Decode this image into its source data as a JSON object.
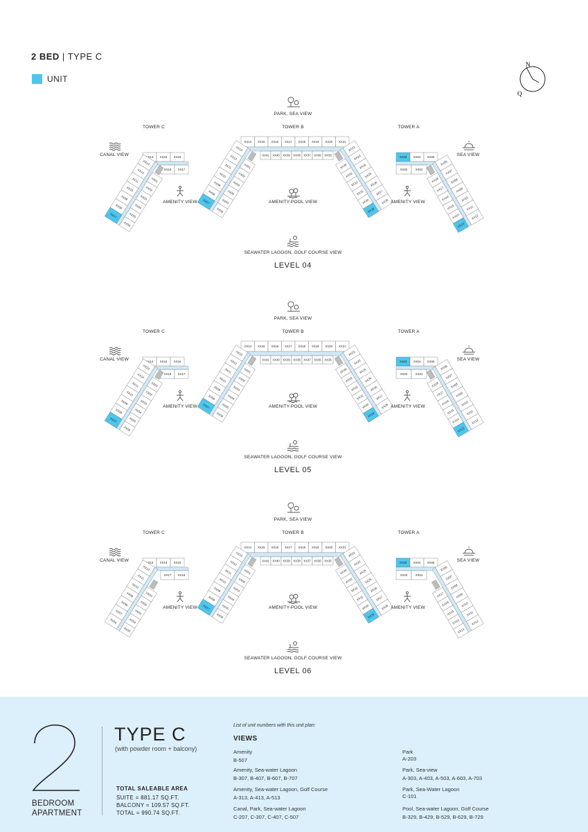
{
  "header": {
    "bed": "2 BED",
    "separator": "|",
    "type": "TYPE C"
  },
  "legend": {
    "label": "UNIT",
    "color": "#4cc6ee"
  },
  "compass": {
    "north": "N",
    "other": "Q"
  },
  "colors": {
    "unit": "#4cc6ee",
    "corridor": "#cfe9f7",
    "core": "#bdbdbd",
    "panel": "#dcf0fb"
  },
  "view_labels": {
    "tower_c": "TOWER C",
    "tower_b": "TOWER B",
    "tower_a": "TOWER A",
    "canal": "CANAL VIEW",
    "park_sea": "PARK, SEA VIEW",
    "sea": "SEA VIEW",
    "amenity_left": "AMENITY VIEW",
    "amenity_pool": "AMENITY-POOL VIEW",
    "amenity_right": "AMENITY VIEW",
    "lagoon": "SEAWATER LAGOON, GOLF COURSE VIEW"
  },
  "levels": [
    {
      "name": "LEVEL 04",
      "tower_c": {
        "top": [
          "XX14",
          "XX15",
          "XX16"
        ],
        "second": [
          "XX18",
          "XX17"
        ],
        "outer": [
          "XX13",
          "XX12",
          "XX11",
          "XX10",
          "XX09",
          "XX08",
          "XX07"
        ],
        "inner": [
          "XX01",
          "XX02",
          "XX03",
          "XX04",
          "XX05",
          "XX06"
        ],
        "highlight": [
          "XX07"
        ]
      },
      "tower_b": {
        "top": [
          "XX14",
          "XX15",
          "XX16",
          "XX17",
          "XX18",
          "XX19",
          "XX20",
          "XX21"
        ],
        "inner_row": [
          "XX41",
          "XX40",
          "XX39",
          "XX38",
          "XX37",
          "XX36",
          "XX35"
        ],
        "left_outer": [
          "XX13",
          "XX12",
          "XX11",
          "XX10",
          "XX09",
          "XX08",
          "XX07"
        ],
        "left_inner": [
          "XX01",
          "XX02",
          "XX03",
          "XX04",
          "XX05",
          "XX06"
        ],
        "right_outer": [
          "XX22",
          "XX23",
          "XX24",
          "XX25",
          "XX26",
          "XX27",
          "XX28"
        ],
        "right_inner": [
          "XX34",
          "XX33",
          "XX32",
          "XX31",
          "XX30",
          "XX29"
        ],
        "highlight": [
          "XX07",
          "XX29"
        ]
      },
      "tower_a": {
        "top": [
          "XX03",
          "XX04",
          "XX05"
        ],
        "second": [
          "XX02",
          "XX01"
        ],
        "outer": [
          "XX06",
          "XX07",
          "XX08",
          "XX09",
          "XX10",
          "XX11",
          "XX12"
        ],
        "inner": [
          "XX18",
          "XX17",
          "XX16",
          "XX15",
          "XX14",
          "XX13"
        ],
        "highlight": [
          "XX03",
          "XX13"
        ]
      }
    },
    {
      "name": "LEVEL 05",
      "tower_c": {
        "top": [
          "XX14",
          "XX15",
          "XX16"
        ],
        "second": [
          "XX18",
          "XX17"
        ],
        "outer": [
          "XX13",
          "XX12",
          "XX11",
          "XX10",
          "XX09",
          "XX08",
          "XX07"
        ],
        "inner": [
          "XX01",
          "XX02",
          "XX03",
          "XX04",
          "XX05",
          "XX06"
        ],
        "highlight": [
          "XX07"
        ]
      },
      "tower_b": {
        "top": [
          "XX14",
          "XX15",
          "XX16",
          "XX17",
          "XX18",
          "XX19",
          "XX20",
          "XX21"
        ],
        "inner_row": [
          "XX41",
          "XX40",
          "XX39",
          "XX38",
          "XX37",
          "XX36",
          "XX35"
        ],
        "left_outer": [
          "XX13",
          "XX12",
          "XX11",
          "XX10",
          "XX09",
          "XX08",
          "XX07"
        ],
        "left_inner": [
          "XX01",
          "XX02",
          "XX03",
          "XX04",
          "XX05",
          "XX06"
        ],
        "right_outer": [
          "XX22",
          "XX23",
          "XX24",
          "XX25",
          "XX26",
          "XX27",
          "XX28"
        ],
        "right_inner": [
          "XX34",
          "XX33",
          "XX32",
          "XX31",
          "XX30",
          "XX29"
        ],
        "highlight": [
          "XX07",
          "XX29"
        ]
      },
      "tower_a": {
        "top": [
          "XX03",
          "XX04",
          "XX05"
        ],
        "second": [
          "XX02",
          "XX01"
        ],
        "outer": [
          "XX06",
          "XX07",
          "XX08",
          "XX09",
          "XX10",
          "XX11",
          "XX12"
        ],
        "inner": [
          "XX18",
          "XX17",
          "XX16",
          "XX15",
          "XX14",
          "XX13"
        ],
        "highlight": [
          "XX03",
          "XX13"
        ]
      }
    },
    {
      "name": "LEVEL 06",
      "tower_c": {
        "top": [
          "XX13",
          "XX14",
          "XX15"
        ],
        "second": [
          "XX17",
          "XX16"
        ],
        "outer": [
          "XX12",
          "XX11",
          "XX10",
          "XX09",
          "XX08",
          "XX07",
          "XX06"
        ],
        "inner": [
          "XX01",
          "XX02",
          "XX03",
          "XX04",
          "XX05"
        ],
        "highlight": []
      },
      "tower_b": {
        "top": [
          "XX14",
          "XX15",
          "XX16",
          "XX17",
          "XX18",
          "XX19",
          "XX20",
          "XX21"
        ],
        "inner_row": [
          "XX41",
          "XX40",
          "XX39",
          "XX38",
          "XX37",
          "XX36",
          "XX35"
        ],
        "left_outer": [
          "XX13",
          "XX12",
          "XX11",
          "XX10",
          "XX09",
          "XX08",
          "XX07"
        ],
        "left_inner": [
          "XX01",
          "XX02",
          "XX03",
          "XX04",
          "XX05",
          "XX06"
        ],
        "right_outer": [
          "XX22",
          "XX23",
          "XX24",
          "XX25",
          "XX26",
          "XX27",
          "XX28"
        ],
        "right_inner": [
          "XX34",
          "XX33",
          "XX32",
          "XX31",
          "XX30",
          "XX29"
        ],
        "highlight": [
          "XX07",
          "XX29"
        ]
      },
      "tower_a": {
        "top": [
          "XX03",
          "XX04",
          "XX05"
        ],
        "second": [
          "XX02",
          "XX01"
        ],
        "outer": [
          "XX06",
          "XX07",
          "XX08",
          "XX09",
          "XX10",
          "XX11",
          "XX12"
        ],
        "inner": [
          "XX17",
          "XX16",
          "XX15",
          "XX14",
          "XX13"
        ],
        "highlight": [
          "XX03"
        ]
      }
    }
  ],
  "summary": {
    "number": "2",
    "bedroom_line1": "BEDROOM",
    "bedroom_line2": "APARTMENT",
    "type": "TYPE C",
    "type_sub": "(with powder room + balcony)",
    "area_heading": "TOTAL SALEABLE AREA",
    "suite": "SUITE = 881.17 SQ.FT.",
    "balcony": "BALCONY = 109.57 SQ.FT.",
    "total": "TOTAL = 990.74 SQ.FT.",
    "list_intro": "List of unit numbers with this unit plan:",
    "views_heading": "VIEWS",
    "views_left": [
      {
        "name": "Amenity",
        "units": "B-507"
      },
      {
        "name": "Amenity, Sea-water Lagoon",
        "units": "B-307, B-407, B-607, B-707"
      },
      {
        "name": "Amenity, Sea-water Lagoon, Golf Course",
        "units": "A-313, A-413, A-513"
      },
      {
        "name": "Canal, Park, Sea-water Lagoon",
        "units": "C-207, C-307, C-407, C-507"
      }
    ],
    "views_right": [
      {
        "name": "Park",
        "units": "A-203"
      },
      {
        "name": "Park, Sea-view",
        "units": "A-303, A-403, A-503, A-603, A-703"
      },
      {
        "name": "Park, Sea-Water Lagoon",
        "units": "C-101"
      },
      {
        "name": "Pool, Sea-water Lagoon, Golf Course",
        "units": "B-329, B-429, B-529, B-629, B-729"
      }
    ]
  }
}
